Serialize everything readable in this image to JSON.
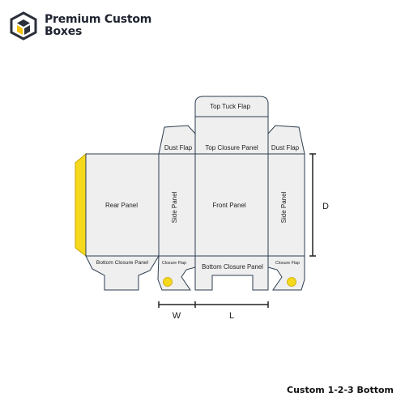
{
  "brand": {
    "name_line1": "Premium Custom",
    "name_line2": "Boxes",
    "logo_colors": {
      "outline": "#2b2f3a",
      "accent": "#f4c20d"
    }
  },
  "dieline": {
    "colors": {
      "panel_fill": "#efefef",
      "stroke": "#2c3e50",
      "glue_flap": "#f6d81c",
      "hole": "#f6d81c"
    },
    "labels": {
      "top_tuck_flap": "Top Tuck Flap",
      "dust_flap_left": "Dust Flap",
      "top_closure_panel": "Top Closure Panel",
      "dust_flap_right": "Dust Flap",
      "rear_panel": "Rear Panel",
      "side_panel_left": "Side Panel",
      "front_panel": "Front Panel",
      "side_panel_right": "Side Panel",
      "bottom_closure_panel_rear": "Bottom Closure Panel",
      "closure_flap_left": "Closure Flap",
      "bottom_closure_panel_front": "Bottom Closure Panel",
      "closure_flap_right": "Closure Flap"
    },
    "dimensions": {
      "depth": "D",
      "width": "W",
      "length": "L"
    }
  },
  "caption": "Custom 1-2-3 Bottom"
}
